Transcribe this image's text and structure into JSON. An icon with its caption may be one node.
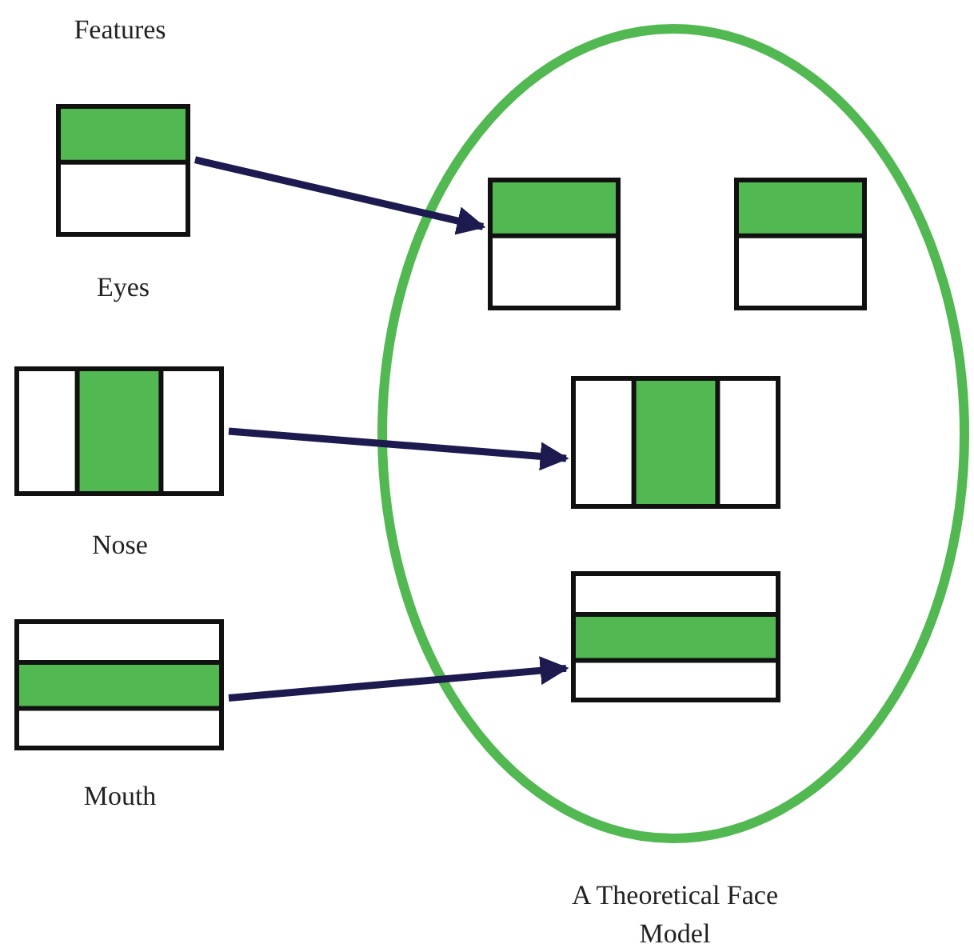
{
  "diagram": {
    "nodes": [
      {
        "text": [
          "Eyes"
        ]
      },
      {
        "text": [
          "Nose"
        ]
      },
      {
        "text": [
          "Mouth"
        ]
      },
      {
        "text": [
          "A Theoretical Face Model"
        ]
      },
      {
        "text": [],
        "shape": "box",
        "in": 3
      },
      {
        "text": [],
        "shape": "box",
        "in": 3
      },
      {
        "text": [],
        "shape": "box",
        "in": 3
      },
      {
        "text": [],
        "shape": "box",
        "in": 3
      }
    ],
    "edges": [
      {
        "from": 0,
        "to": 4,
        "arrow": "to"
      },
      {
        "from": 1,
        "to": 6,
        "arrow": "to"
      },
      {
        "from": 2,
        "to": 7,
        "arrow": "to"
      }
    ],
    "labels": [
      "Features"
    ]
  }
}
